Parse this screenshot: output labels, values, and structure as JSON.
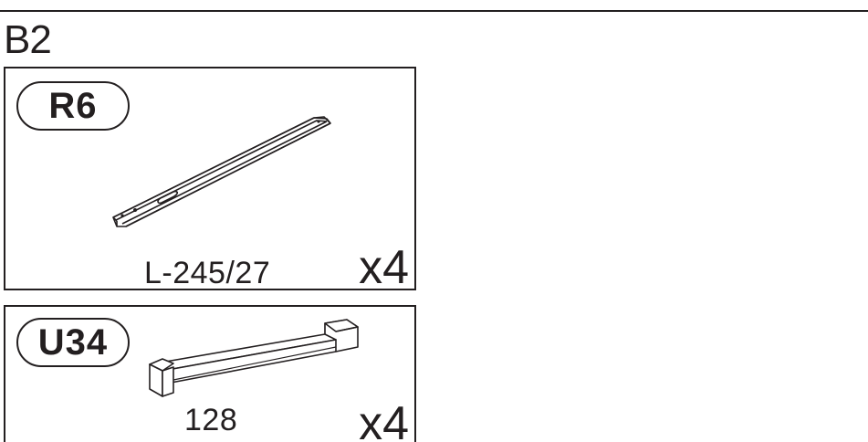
{
  "step": {
    "label": "B2"
  },
  "parts": [
    {
      "code": "R6",
      "dimension": "L-245/27",
      "quantity": "x4",
      "icon": "rail-bar-icon"
    },
    {
      "code": "U34",
      "dimension": "128",
      "quantity": "x4",
      "icon": "handle-icon"
    }
  ]
}
